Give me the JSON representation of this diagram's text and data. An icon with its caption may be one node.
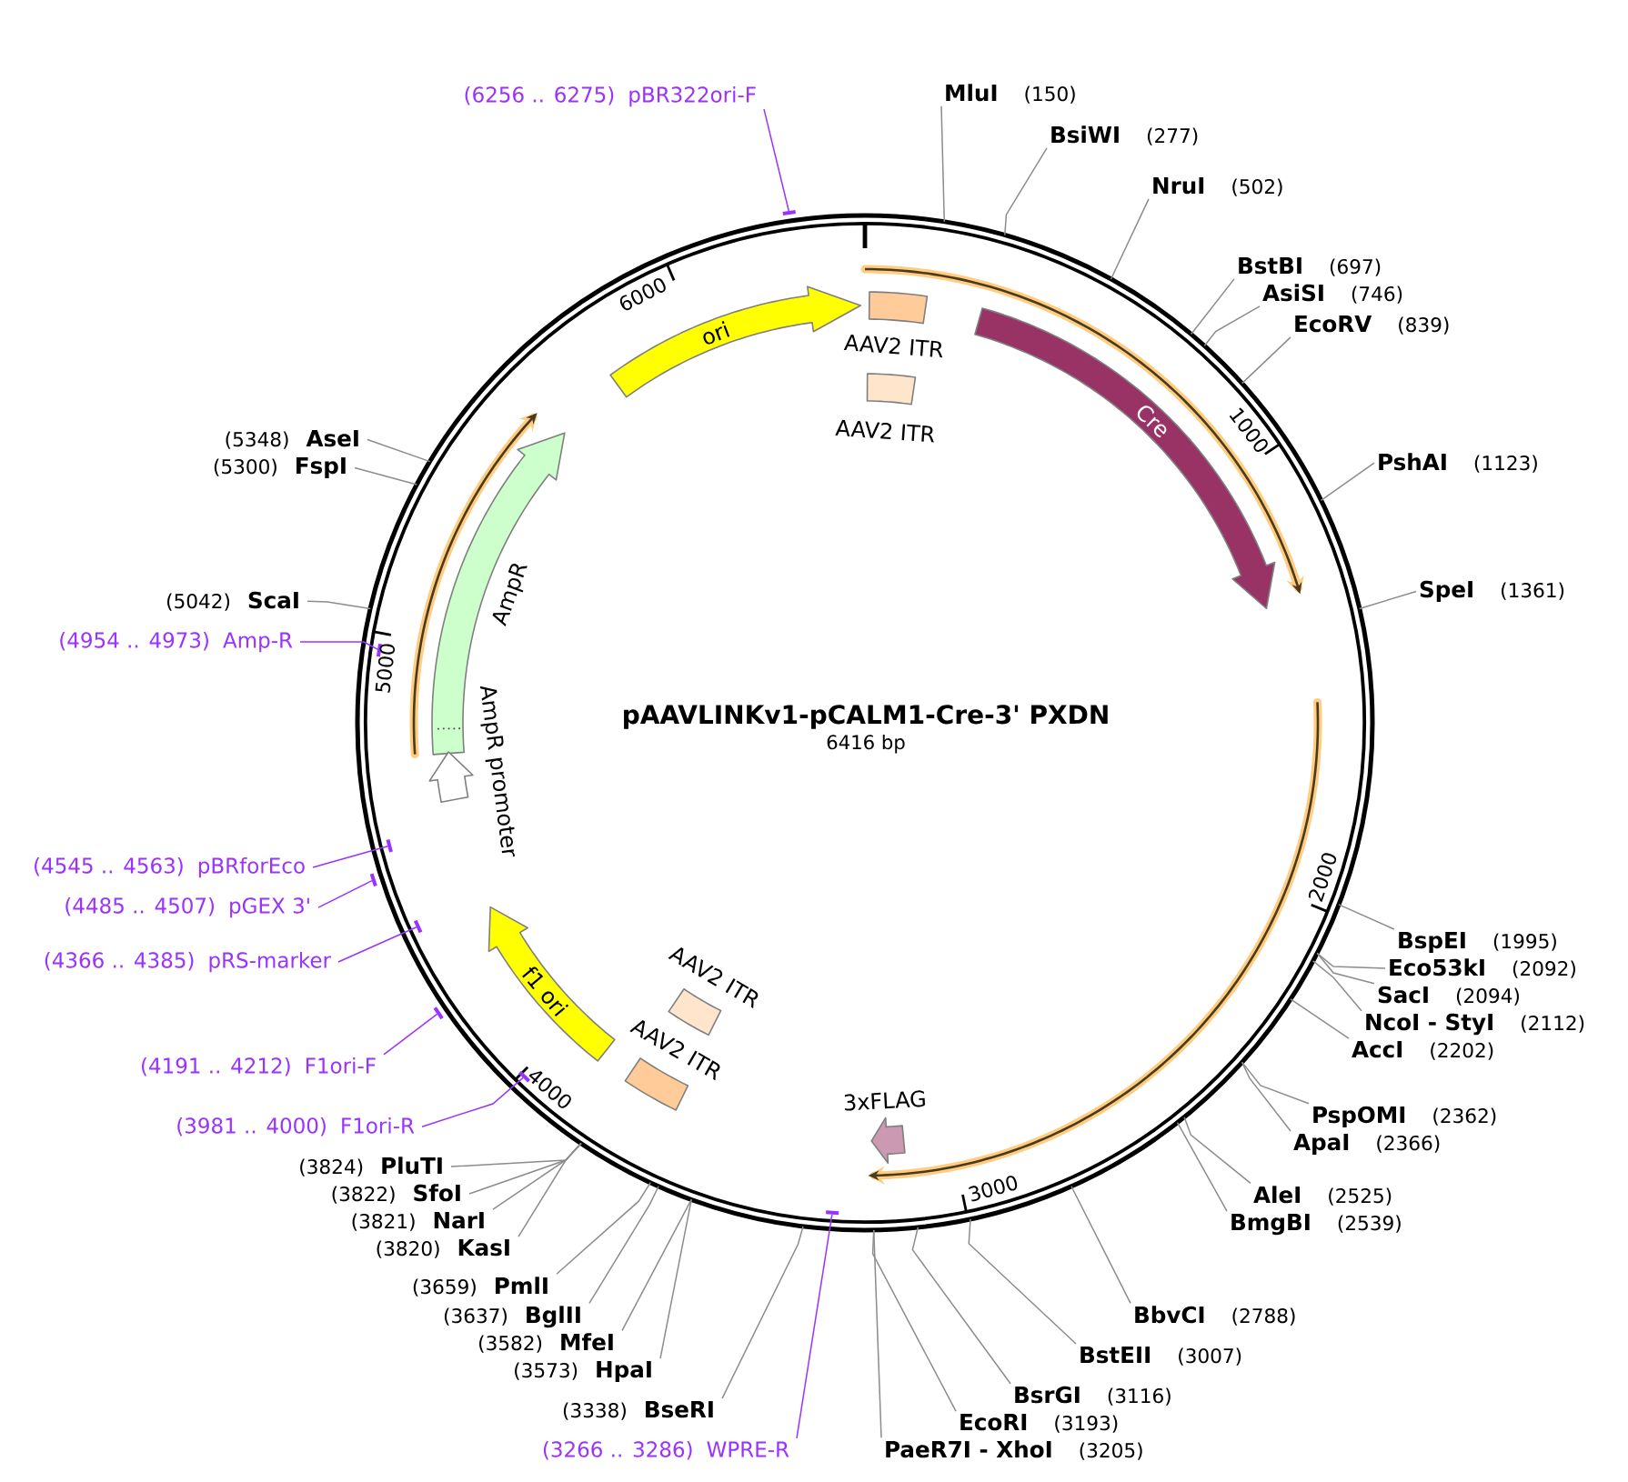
{
  "diagram": {
    "title": "pAAVLINKv1-pCALM1-Cre-3' PXDN",
    "nodes": [
      {
        "text": [],
        "shape": "circle"
      },
      {
        "text": [
          "ori"
        ],
        "in": 0
      },
      {
        "text": [
          "AAV2 ITR"
        ],
        "in": 0
      },
      {
        "text": [
          "Cre"
        ],
        "in": 0
      },
      {
        "text": [
          "AAV2 ITR"
        ],
        "in": 0
      },
      {
        "text": [
          "AmpR"
        ],
        "in": 0
      },
      {
        "text": [
          "AmpR promoter"
        ],
        "in": 0
      },
      {
        "text": [
          "f1 ori"
        ],
        "in": 0
      },
      {
        "text": [
          "AAV2 ITR"
        ],
        "in": 0
      },
      {
        "text": [
          "AAV2 ITR"
        ],
        "in": 0
      },
      {
        "text": [
          "3xFLAG"
        ],
        "in": 0
      },
      {
        "text": [
          "MluI",
          "(150)"
        ]
      },
      {
        "text": [
          "(6256 .. 6275)",
          "pBR322ori-F"
        ]
      },
      {
        "text": [
          "BsiWI",
          "(277)"
        ]
      },
      {
        "text": [
          "NruI",
          "(502)"
        ]
      },
      {
        "text": [
          "BstBI",
          "(697)"
        ]
      },
      {
        "text": [
          "AsiSI",
          "(746)"
        ]
      },
      {
        "text": [
          "EcoRV",
          "(839)"
        ]
      },
      {
        "text": [
          "(5348)",
          "AseI"
        ]
      },
      {
        "text": [
          "PshAI",
          "(1123)"
        ]
      },
      {
        "text": [
          "(5300)",
          "FspI"
        ]
      },
      {
        "text": [
          "SpeI",
          "(1361)"
        ]
      },
      {
        "text": [
          "(5042)",
          "ScaI"
        ]
      },
      {
        "text": [
          "(4954 .. 4973)",
          "Amp-R"
        ]
      },
      {
        "text": [
          "(4545 .. 4563)",
          "pBRforEco"
        ]
      },
      {
        "text": [
          "(4485 .. 4507)",
          "pGEX 3'"
        ]
      },
      {
        "text": [
          "BspEI",
          "(1995)"
        ]
      },
      {
        "text": [
          "(4366 .. 4385)",
          "pRS-marker"
        ]
      },
      {
        "text": [
          "Eco53kI",
          "(2092)"
        ]
      },
      {
        "text": [
          "SacI",
          "(2094)"
        ]
      },
      {
        "text": [
          "NcoI - StyI",
          "(2112)"
        ]
      },
      {
        "text": [
          "AccI",
          "(2202)"
        ]
      },
      {
        "text": [
          "(4191 .. 4212)",
          "F1ori-F"
        ]
      },
      {
        "text": [
          "PspOMI",
          "(2362)"
        ]
      },
      {
        "text": [
          "(3981 .. 4000)",
          "F1ori-R"
        ]
      },
      {
        "text": [
          "ApaI",
          "(2366)"
        ]
      },
      {
        "text": [
          "(3824)",
          "PluTI"
        ]
      },
      {
        "text": [
          "(3822)",
          "SfoI"
        ]
      },
      {
        "text": [
          "AleI",
          "(2525)"
        ]
      },
      {
        "text": [
          "(3821)",
          "NarI"
        ]
      },
      {
        "text": [
          "BmgBI",
          "(2539)"
        ]
      },
      {
        "text": [
          "(3820)",
          "KasI"
        ]
      },
      {
        "text": [
          "(3659)",
          "PmlI"
        ]
      },
      {
        "text": [
          "(3637)",
          "BglII"
        ]
      },
      {
        "text": [
          "BbvCI",
          "(2788)"
        ]
      },
      {
        "text": [
          "(3582)",
          "MfeI"
        ]
      },
      {
        "text": [
          "BstEII",
          "(3007)"
        ]
      },
      {
        "text": [
          "(3573)",
          "HpaI"
        ]
      },
      {
        "text": [
          "BsrGI",
          "(3116)"
        ]
      },
      {
        "text": [
          "(3338)",
          "BseRI"
        ]
      },
      {
        "text": [
          "EcoRI",
          "(3193)"
        ]
      },
      {
        "text": [
          "(3266 .. 3286)",
          "WPRE-R"
        ]
      },
      {
        "text": [
          "PaeR7I - XhoI",
          "(3205)"
        ]
      },
      {
        "text": [],
        "shape": "bar"
      },
      {
        "text": [],
        "shape": "bar",
        "in": 0
      },
      {
        "text": [],
        "shape": "bar",
        "in": 0
      },
      {
        "text": [],
        "shape": "bar"
      },
      {
        "text": [],
        "shape": "bar",
        "in": 0
      },
      {
        "text": [],
        "shape": "bar"
      },
      {
        "text": [],
        "shape": "bar",
        "in": 0
      },
      {
        "text": [],
        "shape": "bar",
        "in": 0
      }
    ],
    "edges": [
      {
        "from": 11,
        "to": 0,
        "arrow": "none"
      },
      {
        "from": 12,
        "to": 53,
        "arrow": "none",
        "color": "#9933ff"
      },
      {
        "from": 13,
        "to": 0,
        "arrow": "none"
      },
      {
        "from": 14,
        "to": 0,
        "arrow": "none"
      },
      {
        "from": 15,
        "to": 0,
        "arrow": "none"
      },
      {
        "from": 16,
        "to": 0,
        "arrow": "none"
      },
      {
        "from": 17,
        "to": 0,
        "arrow": "none"
      },
      {
        "from": 18,
        "to": 0,
        "arrow": "none"
      },
      {
        "from": 19,
        "to": 0,
        "arrow": "none"
      },
      {
        "from": 20,
        "to": 0,
        "arrow": "none"
      },
      {
        "from": 21,
        "to": 0,
        "arrow": "none"
      },
      {
        "from": 22,
        "to": 0,
        "arrow": "none"
      },
      {
        "from": 23,
        "to": 54,
        "arrow": "none",
        "color": "#9933ff"
      },
      {
        "from": 24,
        "to": 55,
        "arrow": "none",
        "color": "#9933ff"
      },
      {
        "from": 25,
        "to": 56,
        "arrow": "none",
        "color": "#9933ff"
      },
      {
        "from": 26,
        "to": 0,
        "arrow": "none"
      },
      {
        "from": 27,
        "to": 57,
        "arrow": "none",
        "color": "#9933ff"
      },
      {
        "from": 28,
        "to": 0,
        "arrow": "none"
      },
      {
        "from": 29,
        "to": 0,
        "arrow": "none"
      },
      {
        "from": 30,
        "to": 0,
        "arrow": "none"
      },
      {
        "from": 31,
        "to": 0,
        "arrow": "none"
      },
      {
        "from": 32,
        "to": 58,
        "arrow": "none",
        "color": "#9933ff"
      },
      {
        "from": 33,
        "to": 0,
        "arrow": "none"
      },
      {
        "from": 34,
        "to": 59,
        "arrow": "none",
        "color": "#9933ff"
      },
      {
        "from": 35,
        "to": 0,
        "arrow": "none"
      },
      {
        "from": 36,
        "to": 0,
        "arrow": "none"
      },
      {
        "from": 37,
        "to": 0,
        "arrow": "none"
      },
      {
        "from": 38,
        "to": 0,
        "arrow": "none"
      },
      {
        "from": 39,
        "to": 0,
        "arrow": "none"
      },
      {
        "from": 40,
        "to": 0,
        "arrow": "none"
      },
      {
        "from": 41,
        "to": 0,
        "arrow": "none"
      },
      {
        "from": 42,
        "to": 0,
        "arrow": "none"
      },
      {
        "from": 43,
        "to": 0,
        "arrow": "none"
      },
      {
        "from": 44,
        "to": 0,
        "arrow": "none"
      },
      {
        "from": 45,
        "to": 0,
        "arrow": "none"
      },
      {
        "from": 46,
        "to": 0,
        "arrow": "none"
      },
      {
        "from": 47,
        "to": 0,
        "arrow": "none"
      },
      {
        "from": 48,
        "to": 0,
        "arrow": "none"
      },
      {
        "from": 49,
        "to": 0,
        "arrow": "none"
      },
      {
        "from": 50,
        "to": 0,
        "arrow": "none"
      },
      {
        "from": 51,
        "to": 60,
        "arrow": "none",
        "color": "#9933ff"
      },
      {
        "from": 52,
        "to": 0,
        "arrow": "none"
      }
    ],
    "labels": [
      "6416 bp",
      "1000",
      "2000",
      "3000",
      "4000",
      "5000",
      "6000"
    ]
  }
}
